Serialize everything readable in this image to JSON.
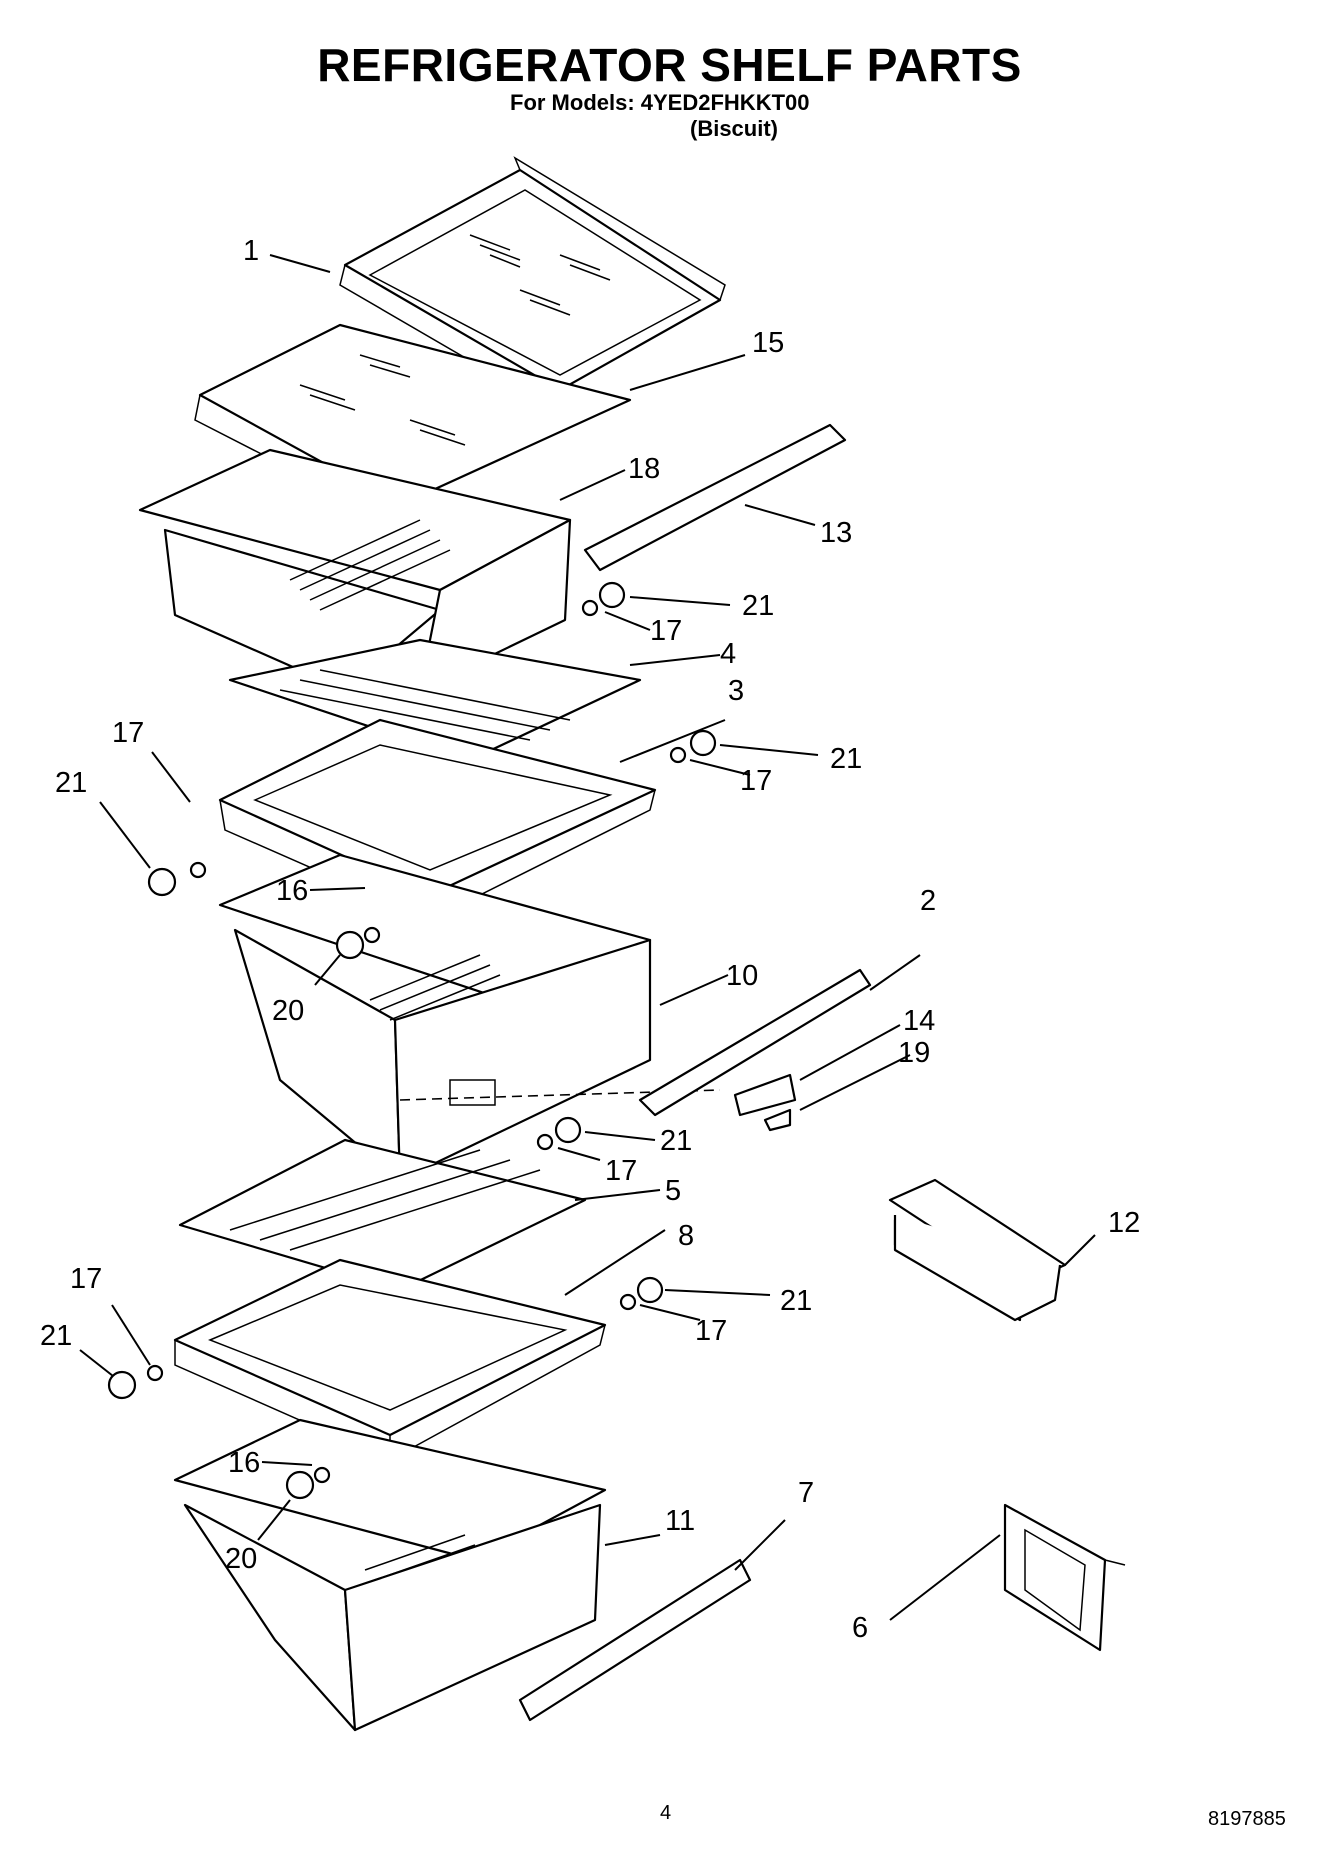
{
  "header": {
    "title": "REFRIGERATOR SHELF PARTS",
    "models_line": "For Models: 4YED2FHKKT00",
    "variant": "(Biscuit)"
  },
  "footer": {
    "page_number": "4",
    "document_number": "8197885"
  },
  "callouts": [
    "1",
    "15",
    "18",
    "13",
    "21",
    "17",
    "4",
    "3",
    "17",
    "21",
    "21",
    "17",
    "16",
    "20",
    "10",
    "2",
    "14",
    "19",
    "21",
    "17",
    "5",
    "8",
    "12",
    "17",
    "21",
    "21",
    "17",
    "16",
    "20",
    "11",
    "7",
    "6"
  ]
}
